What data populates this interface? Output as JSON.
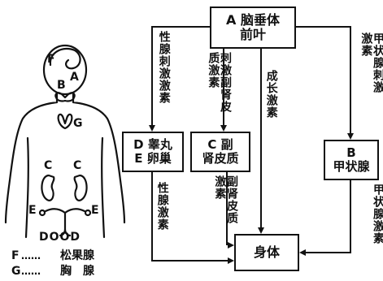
{
  "body_diagram": {
    "markers": {
      "f": "F",
      "a": "A",
      "b": "B",
      "g": "G",
      "c_left": "C",
      "c_right": "C",
      "e_left": "E",
      "e_right": "E",
      "d_row": "DOOD"
    },
    "key": [
      {
        "letter": "F",
        "dots": "……",
        "name": "松果腺"
      },
      {
        "letter": "G",
        "dots": "……",
        "name": "胸　腺"
      }
    ]
  },
  "boxes": {
    "pituitary": {
      "line1": "A 脑垂体",
      "line2": "前叶"
    },
    "gonads": {
      "line1": "D 睾丸",
      "line2": "E 卵巢"
    },
    "adrenal": {
      "line1": "C 副",
      "line2": "肾皮质"
    },
    "thyroid": {
      "line1": "B",
      "line2": "甲状腺"
    },
    "body": {
      "label": "身体"
    }
  },
  "arrows": {
    "gonadotropin": "性腺刺激激素",
    "acth": "刺激副肾皮质激素",
    "growth": "成长激素",
    "tsh": "甲状腺刺激激素",
    "sex_hormone": "性腺激素",
    "cortical_hormone": "副肾皮质激素",
    "thyroid_hormone": "甲状腺激素"
  },
  "colors": {
    "ink": "#111111",
    "paper": "#ffffff"
  }
}
